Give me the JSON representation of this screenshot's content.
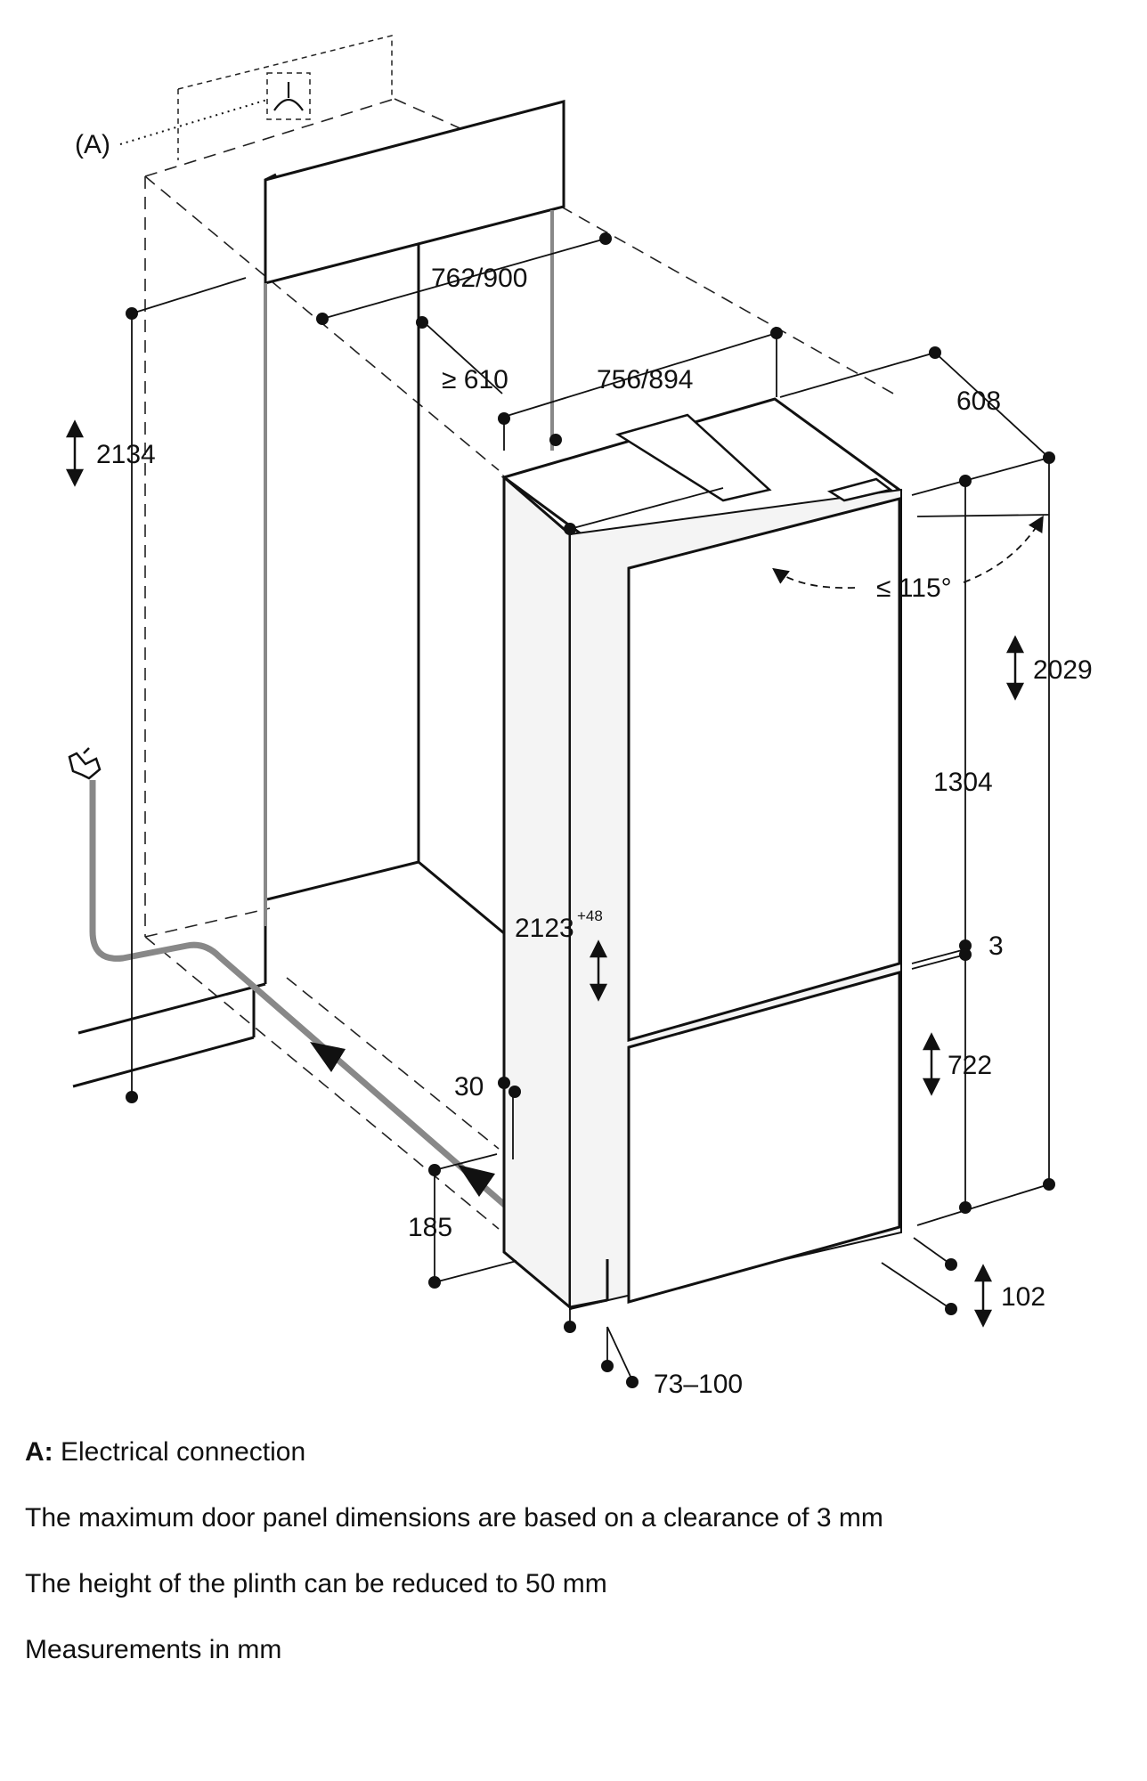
{
  "diagram": {
    "callout_label": "(A)",
    "dimensions": {
      "niche_width": "762/900",
      "niche_depth": "≥ 610",
      "appliance_width": "756/894",
      "appliance_depth": "608",
      "niche_height": "2134",
      "door_angle": "≤ 115°",
      "appliance_height": "2029",
      "upper_door_height": "1304",
      "door_gap": "3",
      "adjustable_height": "2123",
      "adjustable_height_sup": "+48",
      "lower_door_height": "722",
      "side_offset": "30",
      "vent_depth": "185",
      "plinth_height": "102",
      "plinth_setback": "73–100"
    }
  },
  "notes": {
    "legend_key": "A:",
    "legend_text": "Electrical connection",
    "clearance": "The maximum door panel dimensions are based on a clearance of 3 mm",
    "plinth": "The height of the plinth can be reduced to 50 mm",
    "units": "Measurements in mm"
  }
}
